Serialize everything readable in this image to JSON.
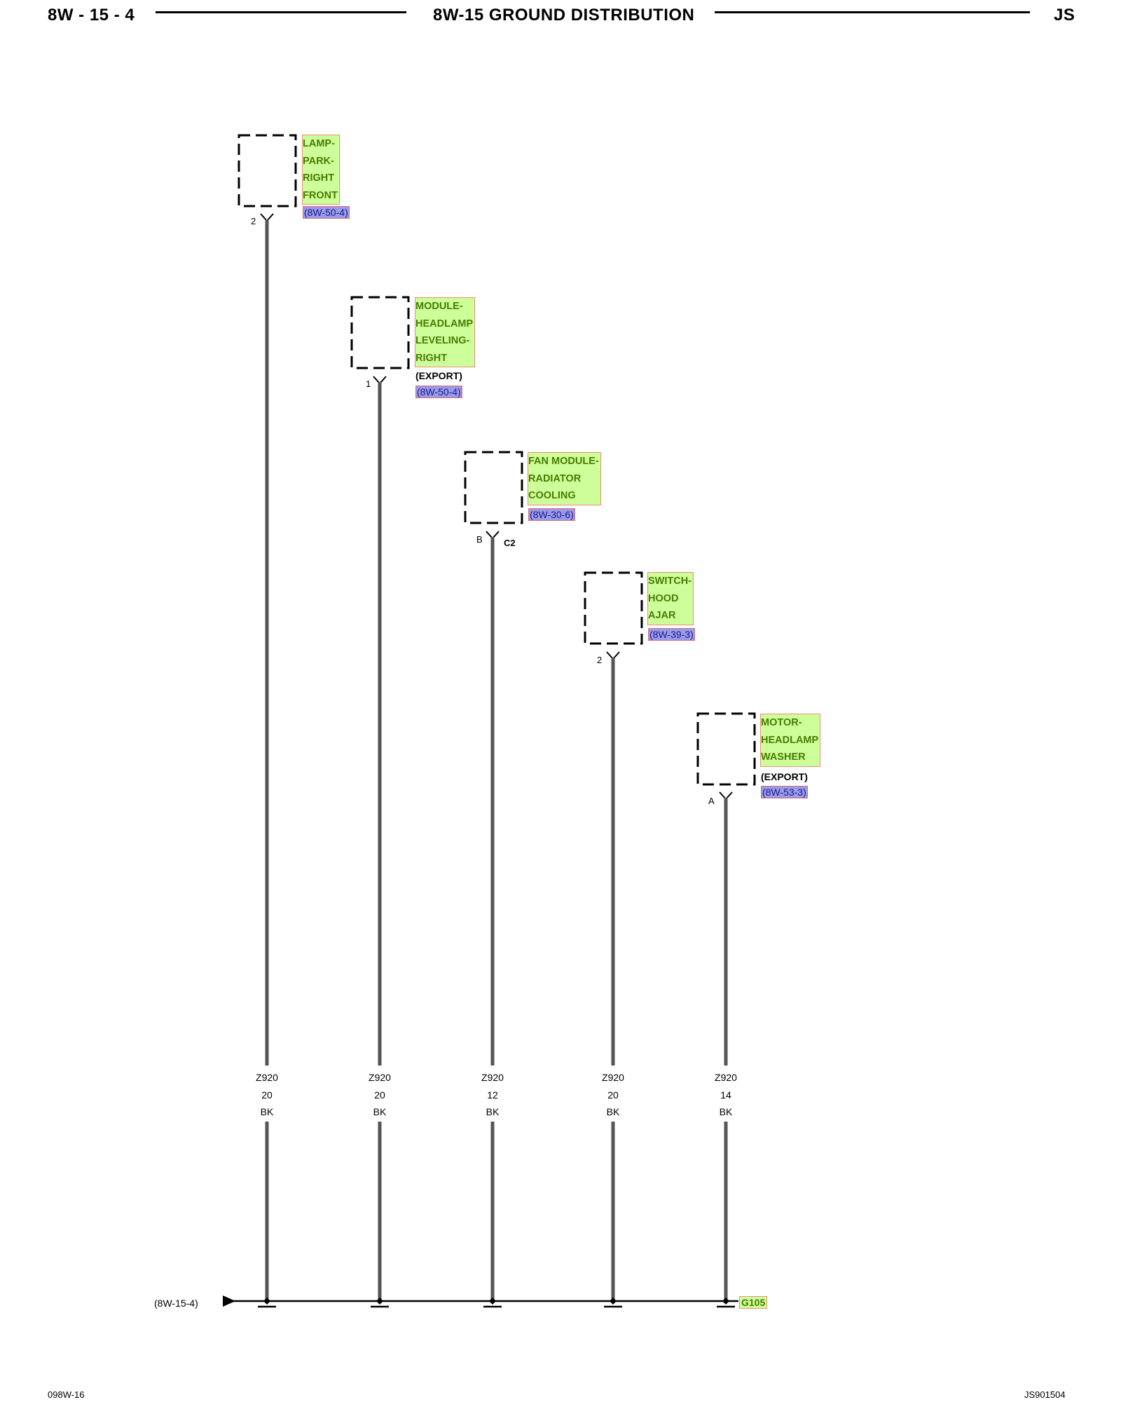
{
  "header": {
    "page_number": "8W - 15 - 4",
    "title": "8W-15 GROUND DISTRIBUTION",
    "model": "JS"
  },
  "components": [
    {
      "name_lines": [
        "LAMP-",
        "PARK-",
        "RIGHT",
        "FRONT"
      ],
      "export": "",
      "ref": "(8W-50-4)",
      "pin": "2",
      "connector": ""
    },
    {
      "name_lines": [
        "MODULE-",
        "HEADLAMP",
        "LEVELING-",
        "RIGHT"
      ],
      "export": "(EXPORT)",
      "ref": "(8W-50-4)",
      "pin": "1",
      "connector": ""
    },
    {
      "name_lines": [
        "FAN MODULE-",
        "RADIATOR",
        "COOLING"
      ],
      "export": "",
      "ref": "(8W-30-6)",
      "pin": "B",
      "connector": "C2"
    },
    {
      "name_lines": [
        "SWITCH-",
        "HOOD",
        "AJAR"
      ],
      "export": "",
      "ref": "(8W-39-3)",
      "pin": "2",
      "connector": ""
    },
    {
      "name_lines": [
        "MOTOR-",
        "HEADLAMP",
        "WASHER"
      ],
      "export": "(EXPORT)",
      "ref": "(8W-53-3)",
      "pin": "A",
      "connector": ""
    }
  ],
  "wires": [
    {
      "circuit": "Z920",
      "gauge": "20",
      "color": "BK"
    },
    {
      "circuit": "Z920",
      "gauge": "20",
      "color": "BK"
    },
    {
      "circuit": "Z920",
      "gauge": "12",
      "color": "BK"
    },
    {
      "circuit": "Z920",
      "gauge": "20",
      "color": "BK"
    },
    {
      "circuit": "Z920",
      "gauge": "14",
      "color": "BK"
    }
  ],
  "bus": {
    "offpage_ref": "(8W-15-4)",
    "ground": "G105"
  },
  "footer": {
    "left": "098W-16",
    "right": "JS901504"
  },
  "colors": {
    "label_fill": "#ccff99",
    "label_border": "#f08a7a",
    "ref_fill": "#9a9ae6",
    "wire": "#555555"
  }
}
